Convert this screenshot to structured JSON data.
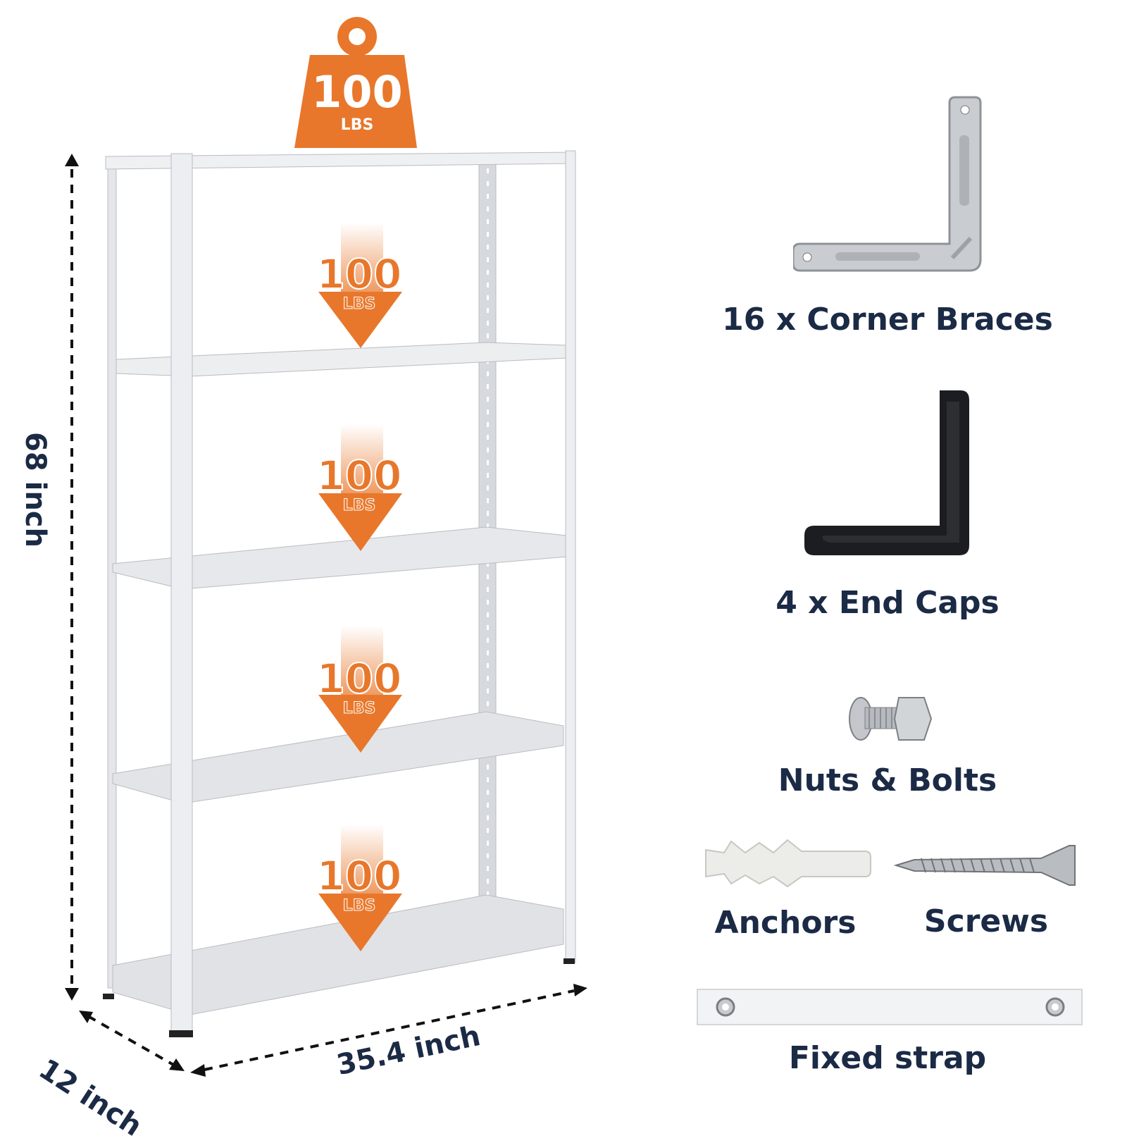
{
  "top_weight": {
    "value": "100",
    "unit": "LBS"
  },
  "shelf_loads": [
    {
      "value": "100",
      "unit": "LBS"
    },
    {
      "value": "100",
      "unit": "LBS"
    },
    {
      "value": "100",
      "unit": "LBS"
    },
    {
      "value": "100",
      "unit": "LBS"
    }
  ],
  "dimensions": {
    "height": "68 inch",
    "depth": "12 inch",
    "width": "35.4 inch"
  },
  "parts": {
    "corner_braces": "16 x Corner Braces",
    "end_caps": "4 x End Caps",
    "nuts_bolts": "Nuts & Bolts",
    "anchors": "Anchors",
    "screws": "Screws",
    "fixed_strap": "Fixed strap"
  },
  "colors": {
    "accent": "#e8772b",
    "label": "#1b2a45",
    "shelf": "#e3e5e8",
    "shelf_edge": "#c6c9ce"
  }
}
